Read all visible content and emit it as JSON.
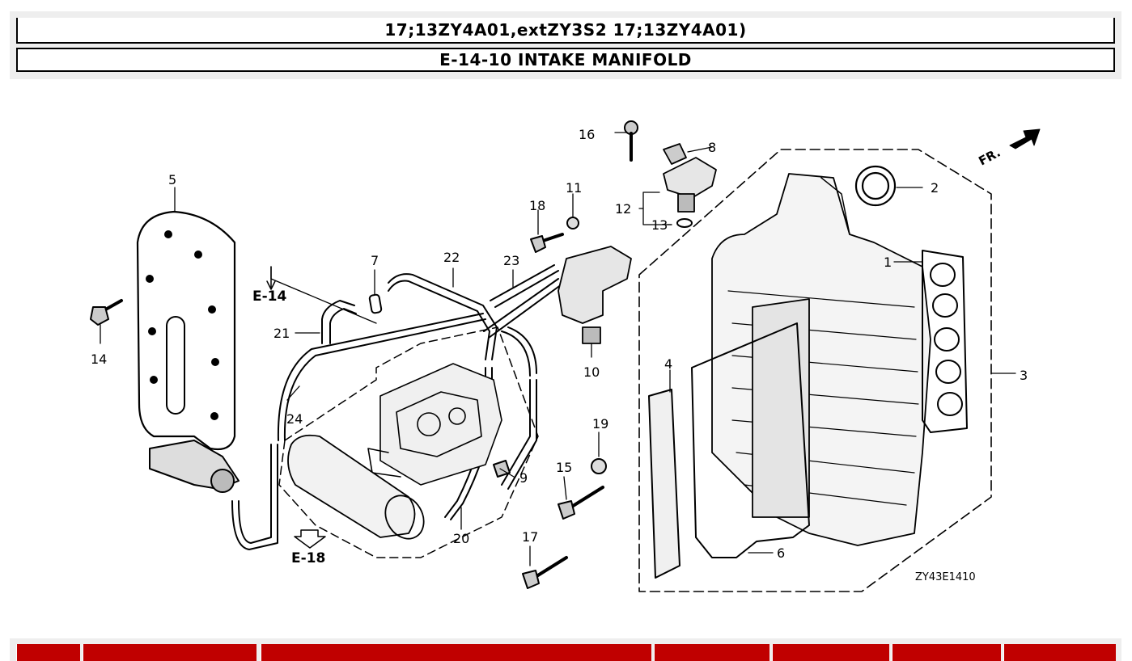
{
  "header": {
    "model_line": "17;13ZY4A01,extZY3S2 17;13ZY4A01)",
    "section_title": "E-14-10 INTAKE MANIFOLD"
  },
  "diagram": {
    "callouts": {
      "p1": "1",
      "p2": "2",
      "p3": "3",
      "p4": "4",
      "p5": "5",
      "p6": "6",
      "p7": "7",
      "p8": "8",
      "p9": "9",
      "p10": "10",
      "p11": "11",
      "p12": "12",
      "p13": "13",
      "p14": "14",
      "p15": "15",
      "p16": "16",
      "p17": "17",
      "p18": "18",
      "p19": "19",
      "p20": "20",
      "p21": "21",
      "p22": "22",
      "p23": "23",
      "p24": "24"
    },
    "ref_e14": "E-14",
    "ref_e18": "E-18",
    "direction_label": "FR.",
    "figure_code": "ZY43E1410"
  },
  "colors": {
    "header_bg": "#eeeeee",
    "table_header": "#c00000",
    "line": "#000000"
  }
}
